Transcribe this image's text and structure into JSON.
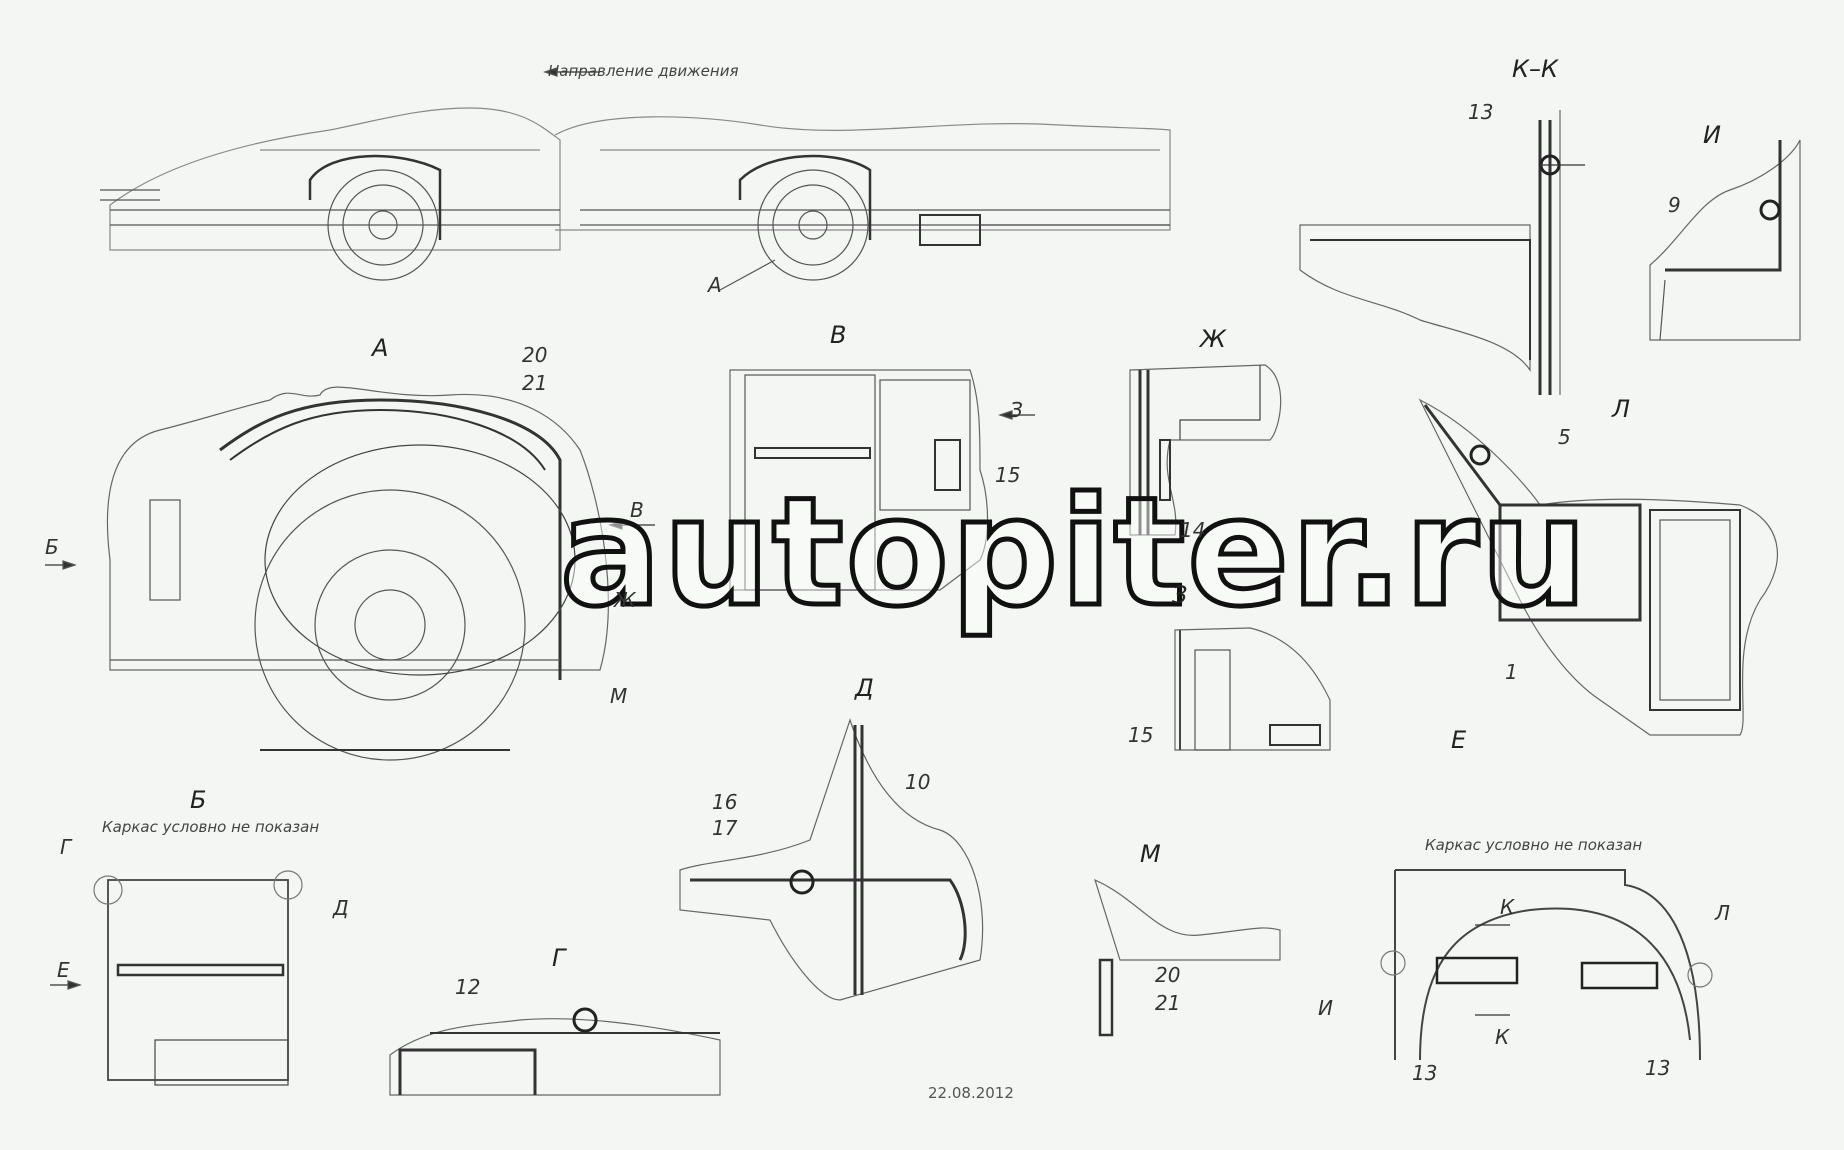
{
  "header": {
    "direction_label": "Направление движения"
  },
  "views": {
    "a": "А",
    "b": "Б",
    "v": "В",
    "g": "Г",
    "d": "Д",
    "e": "Е",
    "zh": "Ж",
    "z": "З",
    "i": "И",
    "kk": "К–К",
    "l": "Л",
    "m": "М"
  },
  "notes": {
    "frame_hidden_b": "Каркас условно не показан",
    "frame_hidden_e": "Каркас условно не показан"
  },
  "callouts": {
    "n20": "20",
    "n21": "21",
    "n15": "15",
    "n14": "14",
    "n13": "13",
    "n9": "9",
    "n5": "5",
    "n1": "1",
    "n16": "16",
    "n17": "17",
    "n10": "10",
    "n12": "12",
    "n15b": "15",
    "n20m": "20",
    "n21m": "21",
    "n13a": "13",
    "n13b": "13"
  },
  "markers": {
    "a_top": "А",
    "b_arrow": "Б",
    "v_arrow": "В",
    "zh_mark": "Ж",
    "m_mark": "М",
    "z_arrow": "З",
    "g_mark": "Г",
    "d_mark": "Д",
    "e_arrow": "Е",
    "i_mark": "И",
    "l_mark": "Л",
    "k_top": "К",
    "k_bot": "К"
  },
  "footer": {
    "date": "22.08.2012"
  },
  "watermark": "autopiter.ru"
}
